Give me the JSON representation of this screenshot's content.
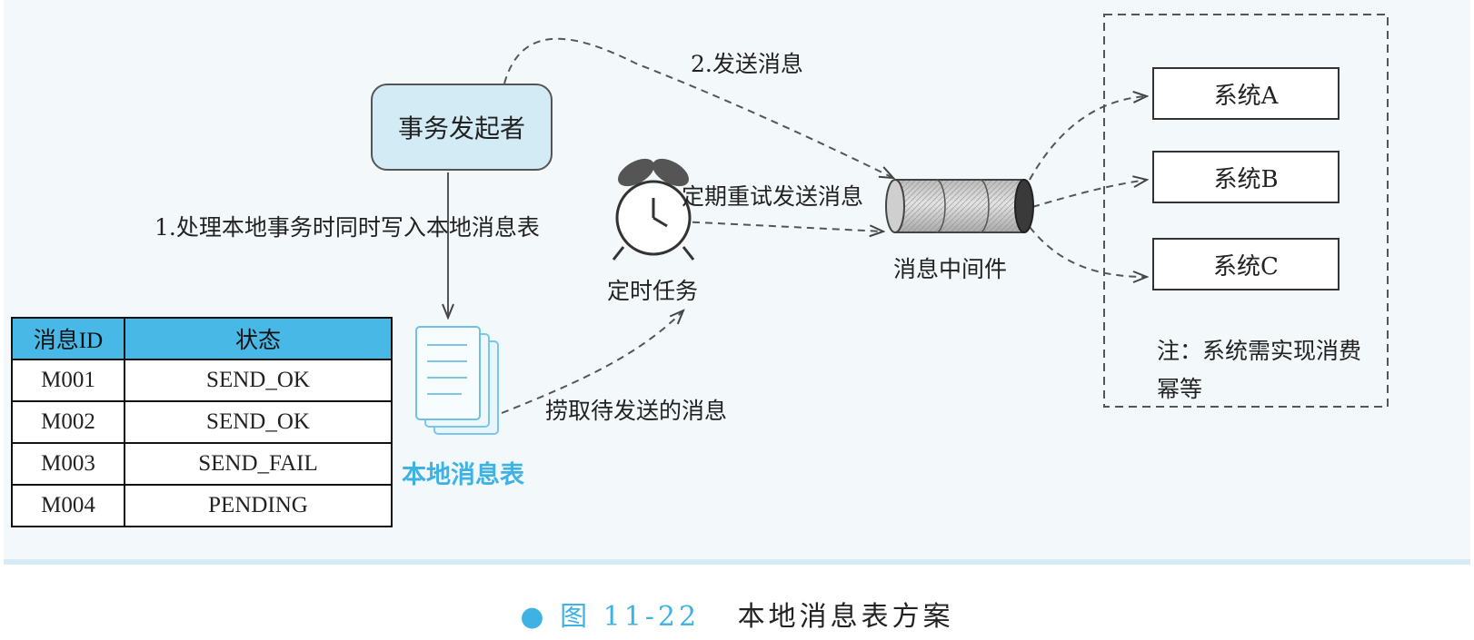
{
  "initiator": "事务发起者",
  "edges": {
    "send": "2.发送消息",
    "local_tx": "1.处理本地事务时同时写入本地消息表",
    "retry": "定期重试发送消息",
    "fetch": "捞取待发送的消息"
  },
  "timer_label": "定时任务",
  "middleware_label": "消息中间件",
  "local_table_title": "本地消息表",
  "systems": [
    "系统A",
    "系统B",
    "系统C"
  ],
  "note": "注：系统需实现消费幂等",
  "table": {
    "headers": [
      "消息ID",
      "状态"
    ],
    "rows": [
      [
        "M001",
        "SEND_OK"
      ],
      [
        "M002",
        "SEND_OK"
      ],
      [
        "M003",
        "SEND_FAIL"
      ],
      [
        "M004",
        "PENDING"
      ]
    ]
  },
  "caption": {
    "figure": "图 11-22",
    "title": "本地消息表方案"
  },
  "colors": {
    "panel_bg": "#f3f8fb",
    "initiator_fill": "#d3ebf4",
    "accent_blue": "#3fb2e4",
    "table_header": "#48b8e6"
  }
}
